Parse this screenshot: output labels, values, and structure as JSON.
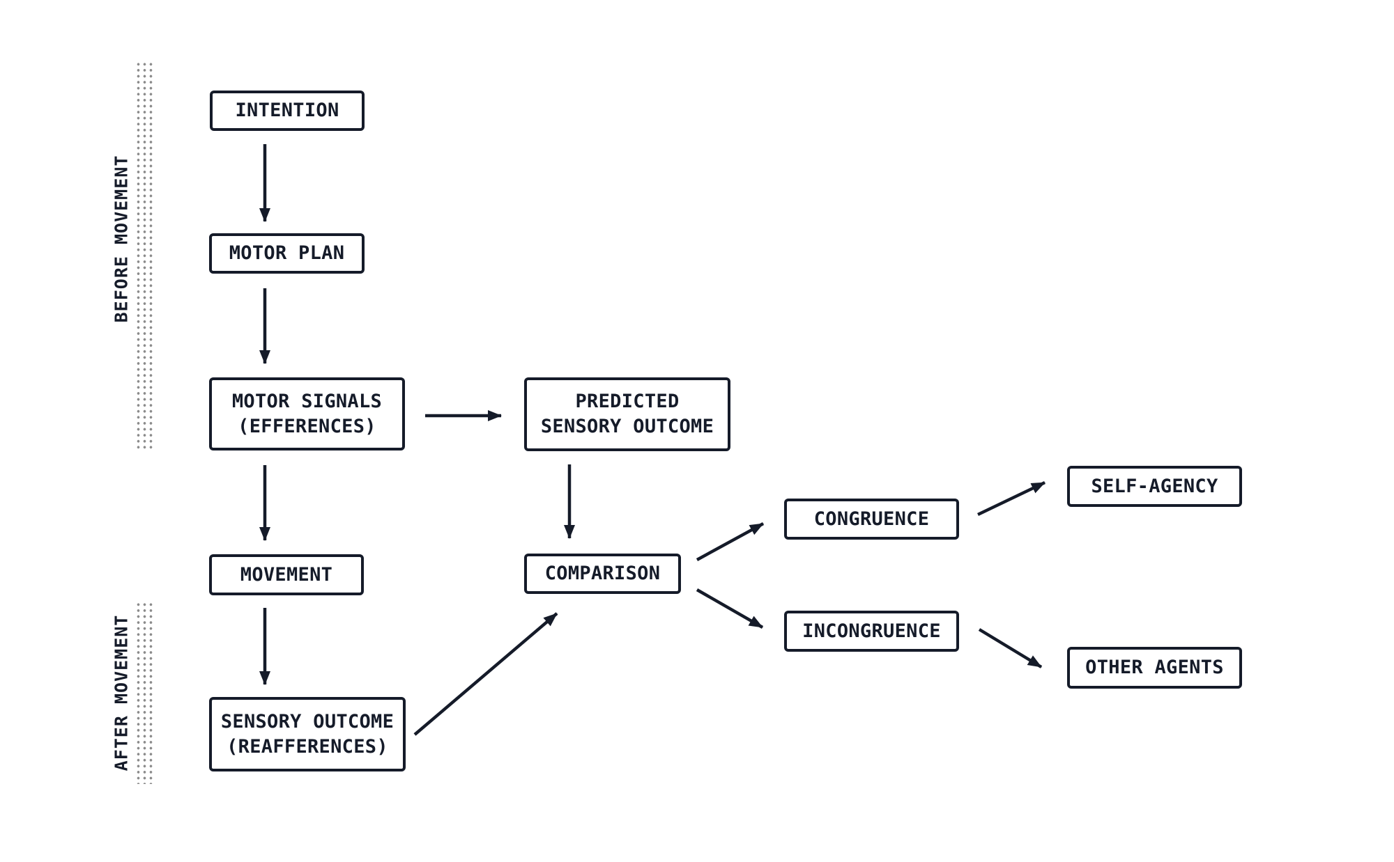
{
  "diagram": {
    "type": "flowchart",
    "colors": {
      "ink": "#151b29",
      "dots": "#8b8b8b",
      "background": "#ffffff"
    },
    "sections": {
      "before": {
        "label": "BEFORE MOVEMENT",
        "covers": [
          "intention",
          "motor_plan",
          "motor_signals"
        ]
      },
      "after": {
        "label": "AFTER MOVEMENT",
        "covers": [
          "sensory_outcome"
        ]
      }
    },
    "nodes": {
      "intention": {
        "lines": [
          "INTENTION"
        ]
      },
      "motor_plan": {
        "lines": [
          "MOTOR PLAN"
        ]
      },
      "motor_signals": {
        "lines": [
          "MOTOR SIGNALS",
          "(EFFERENCES)"
        ]
      },
      "predicted": {
        "lines": [
          "PREDICTED",
          "SENSORY OUTCOME"
        ]
      },
      "movement": {
        "lines": [
          "MOVEMENT"
        ]
      },
      "sensory_outcome": {
        "lines": [
          "SENSORY OUTCOME",
          "(REAFFERENCES)"
        ]
      },
      "comparison": {
        "lines": [
          "COMPARISON"
        ]
      },
      "congruence": {
        "lines": [
          "CONGRUENCE"
        ]
      },
      "incongruence": {
        "lines": [
          "INCONGRUENCE"
        ]
      },
      "self_agency": {
        "lines": [
          "SELF-AGENCY"
        ]
      },
      "other_agents": {
        "lines": [
          "OTHER AGENTS"
        ]
      }
    },
    "edges": [
      {
        "from": "intention",
        "to": "motor_plan"
      },
      {
        "from": "motor_plan",
        "to": "motor_signals"
      },
      {
        "from": "motor_signals",
        "to": "predicted"
      },
      {
        "from": "motor_signals",
        "to": "movement"
      },
      {
        "from": "predicted",
        "to": "comparison"
      },
      {
        "from": "movement",
        "to": "sensory_outcome"
      },
      {
        "from": "sensory_outcome",
        "to": "comparison"
      },
      {
        "from": "comparison",
        "to": "congruence"
      },
      {
        "from": "comparison",
        "to": "incongruence"
      },
      {
        "from": "congruence",
        "to": "self_agency"
      },
      {
        "from": "incongruence",
        "to": "other_agents"
      }
    ]
  }
}
